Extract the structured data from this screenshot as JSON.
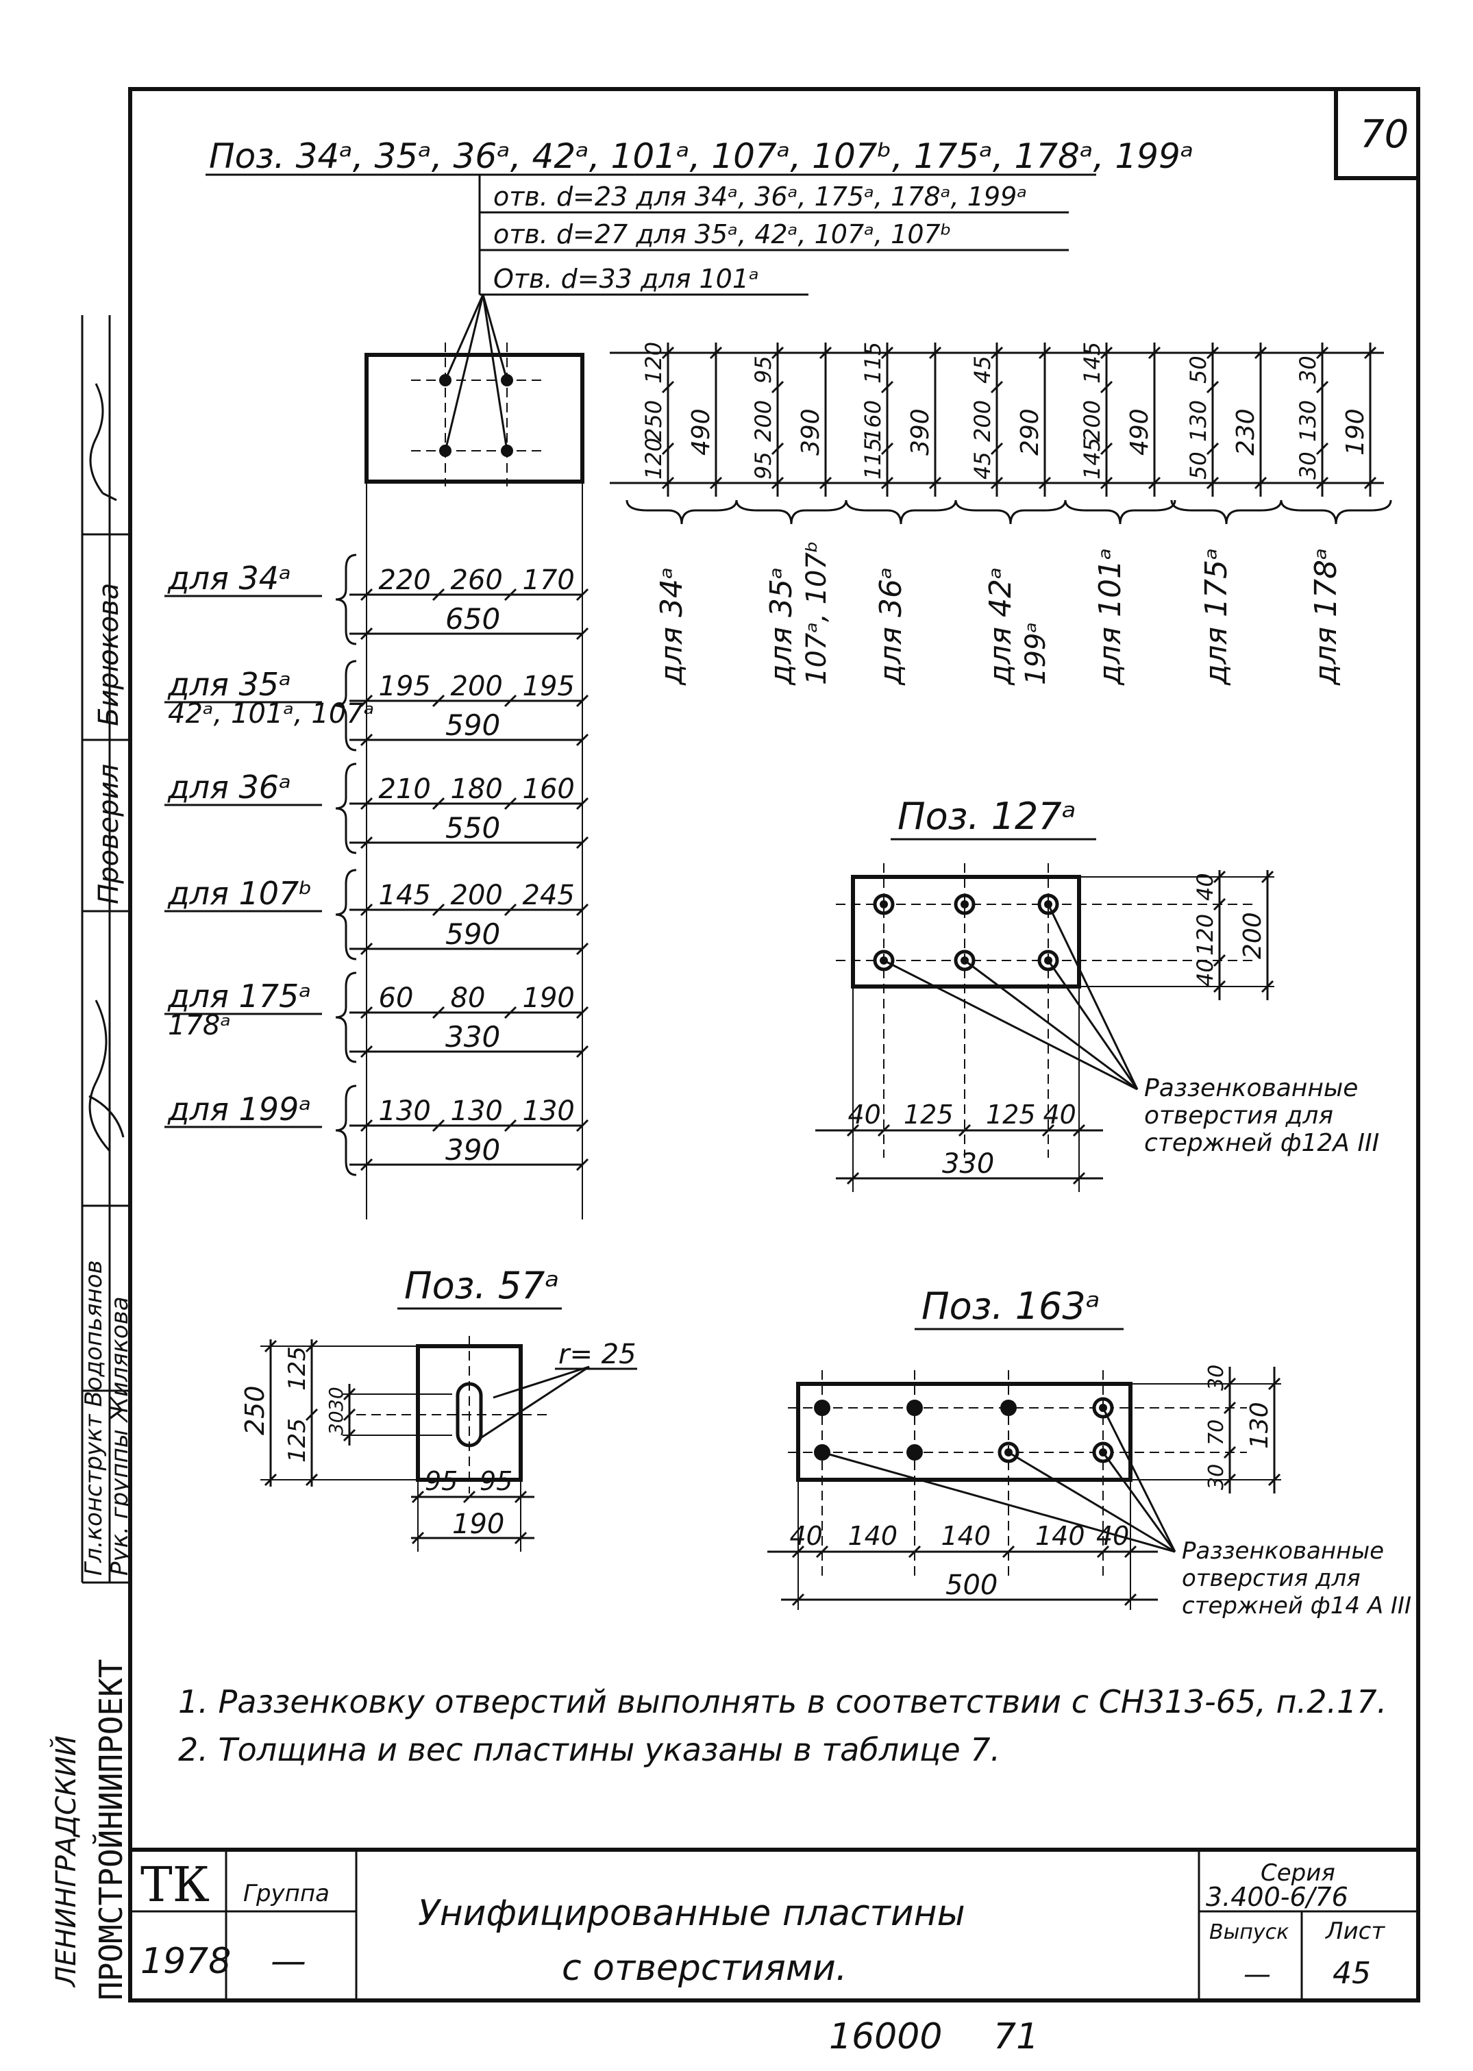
{
  "sheet_corner_number": "70",
  "left_strip": {
    "stamp1": "Бирюкова",
    "stamp2": "Проверил",
    "stamp3": "Гл.конструкт Водопьянов",
    "stamp4": "Рук. группы Жилякова",
    "org": "ПРОМСТРОЙНИИПРОЕКТ",
    "org_top": "ЛЕНИНГРАДСКИЙ"
  },
  "top_header": {
    "title": "Поз. 34ᵃ, 35ᵃ, 36ᵃ, 42ᵃ, 101ᵃ, 107ᵃ, 107ᵇ, 175ᵃ, 178ᵃ, 199ᵃ",
    "hole_lines": [
      "отв. d=23   для 34ᵃ, 36ᵃ, 175ᵃ, 178ᵃ, 199ᵃ",
      "отв. d=27   для 35ᵃ, 42ᵃ, 107ᵃ, 107ᵇ",
      "Отв. d=33 для 101ᵃ"
    ]
  },
  "plan_rows": [
    {
      "label": "для 34ᵃ",
      "dims": [
        "220",
        "260",
        "170"
      ],
      "total": "650"
    },
    {
      "label": "для 35ᵃ",
      "label2": "42ᵃ, 101ᵃ, 107ᵃ",
      "dims": [
        "195",
        "200",
        "195"
      ],
      "total": "590"
    },
    {
      "label": "для 36ᵃ",
      "dims": [
        "210",
        "180",
        "160"
      ],
      "total": "550"
    },
    {
      "label": "для 107ᵇ",
      "dims": [
        "145",
        "200",
        "245"
      ],
      "total": "590"
    },
    {
      "label": "для 175ᵃ",
      "label2": "178ᵃ",
      "dims": [
        "60",
        "80",
        "190"
      ],
      "total": "330"
    },
    {
      "label": "для 199ᵃ",
      "dims": [
        "130",
        "130",
        "130"
      ],
      "total": "390"
    }
  ],
  "vertical_sets": [
    {
      "label": "для 34ᵃ",
      "dims": [
        "120",
        "250",
        "120"
      ],
      "total": "490"
    },
    {
      "label": "для 35ᵃ",
      "label2": "107ᵃ, 107ᵇ",
      "dims": [
        "95",
        "200",
        "95"
      ],
      "total": "390"
    },
    {
      "label": "для 36ᵃ",
      "dims": [
        "115",
        "160",
        "115"
      ],
      "total": "390"
    },
    {
      "label": "для 42ᵃ",
      "label2": "199ᵃ",
      "dims": [
        "45",
        "200",
        "45"
      ],
      "total": "290"
    },
    {
      "label": "для 101ᵃ",
      "dims": [
        "145",
        "200",
        "145"
      ],
      "total": "490"
    },
    {
      "label": "для 175ᵃ",
      "dims": [
        "50",
        "130",
        "50"
      ],
      "total": "230"
    },
    {
      "label": "для 178ᵃ",
      "dims": [
        "30",
        "130",
        "30"
      ],
      "total": "190"
    }
  ],
  "poz127": {
    "title": "Поз. 127ᵃ",
    "h_dims": [
      "40",
      "125",
      "125",
      "40"
    ],
    "h_total": "330",
    "v_dims": [
      "40",
      "120",
      "40"
    ],
    "v_total": "200",
    "note": [
      "Раззенкованные",
      "отверстия для",
      "стержней ф12А III"
    ]
  },
  "poz57": {
    "title": "Поз. 57ᵃ",
    "radius": "r= 25",
    "h_dims": [
      "95",
      "95"
    ],
    "h_total": "190",
    "v_dims": [
      "125",
      "125"
    ],
    "v_total": "250",
    "v_small": [
      "30",
      "30"
    ]
  },
  "poz163": {
    "title": "Поз. 163ᵃ",
    "h_dims": [
      "40",
      "140",
      "140",
      "140",
      "40"
    ],
    "h_total": "500",
    "v_dims": [
      "30",
      "70",
      "30"
    ],
    "v_total": "130",
    "note": [
      "Раззенкованные",
      "отверстия для",
      "стержней ф14 А III"
    ]
  },
  "notes": [
    "1. Раззенковку отверстий выполнять в соответствии с СН313-65, п.2.17.",
    "2. Толщина и вес пластины указаны в таблице 7."
  ],
  "title_block": {
    "tk": "ТК",
    "group_label": "Группа",
    "year": "1978",
    "dash": "—",
    "name_line1": "Унифицированные пластины",
    "name_line2": "с отверстиями.",
    "series_label": "Серия",
    "series_value": "3.400-6/76",
    "issue_label": "Выпуск",
    "issue_value": "—",
    "sheet_label": "Лист",
    "sheet_value": "45"
  },
  "footer": {
    "code": "16000",
    "page": "71"
  }
}
